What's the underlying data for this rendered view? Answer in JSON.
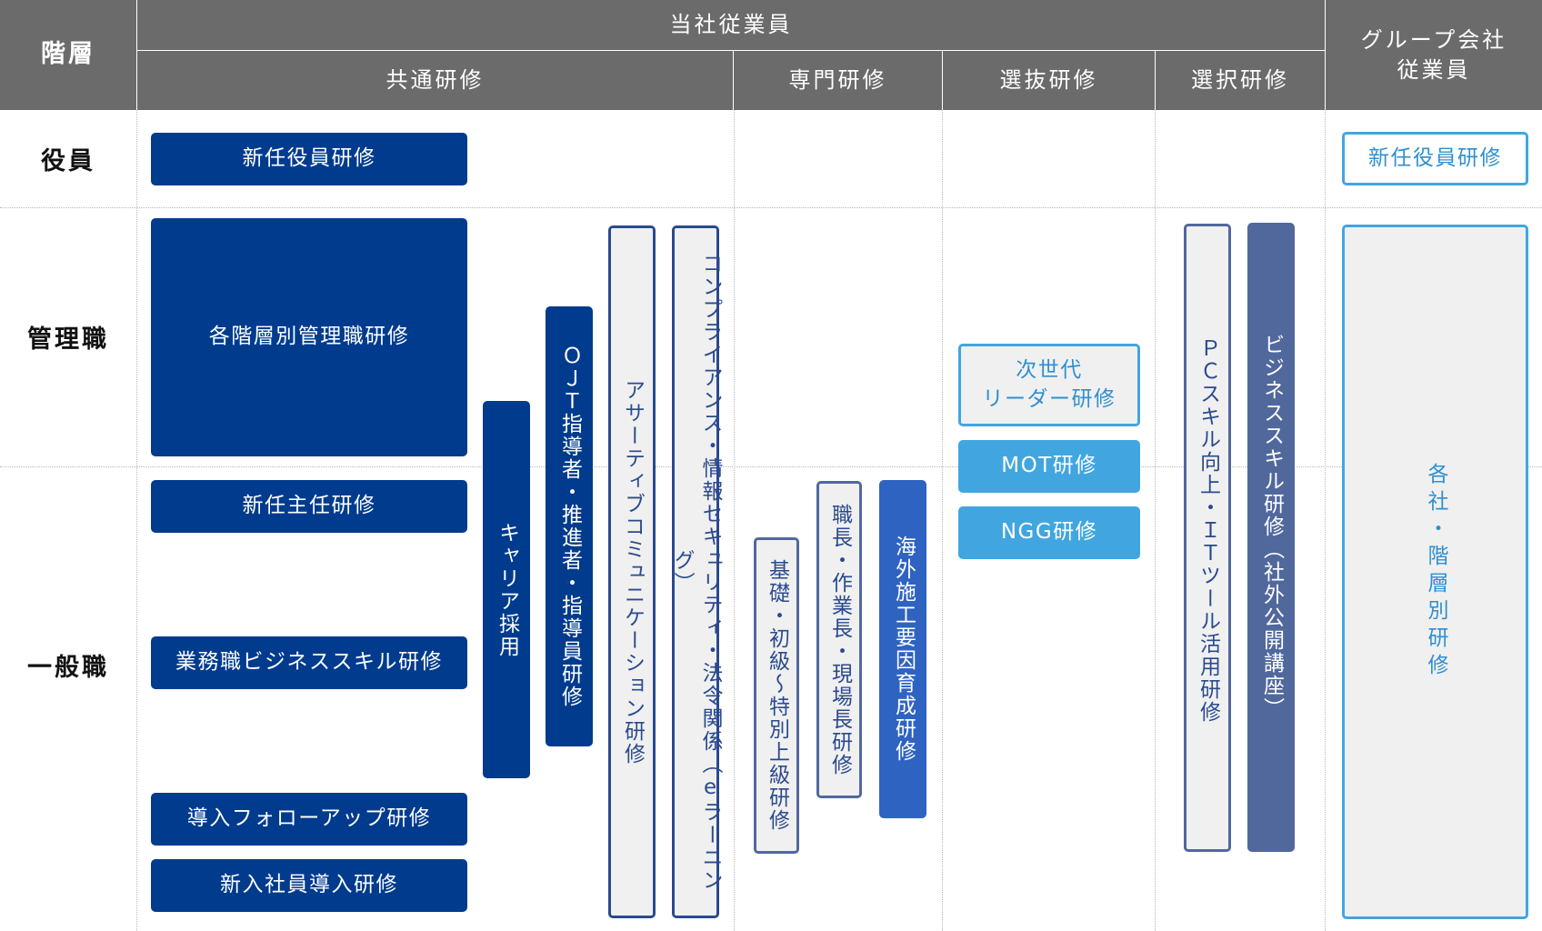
{
  "header": {
    "layer": "階層",
    "company_employees": "当社従業員",
    "group_employees_line1": "グループ会社",
    "group_employees_line2": "従業員",
    "common_training": "共通研修",
    "specialized_training": "専門研修",
    "selective_training": "選抜研修",
    "elective_training": "選択研修"
  },
  "rows": {
    "executive": "役員",
    "manager": "管理職",
    "general": "一般職"
  },
  "programs": {
    "new_executive": "新任役員研修",
    "layered_manager": "各階層別管理職研修",
    "new_chief": "新任主任研修",
    "business_skill_clerical": "業務職ビジネススキル研修",
    "induction_followup": "導入フォローアップ研修",
    "new_employee_induction": "新入社員導入研修",
    "career_hire": "キャリア採用",
    "ojt": "ＯＪＴ指導者・推進者・指導員研修",
    "assertive": "アサーティブコミュニケーション研修",
    "compliance": "コンプライアンス・情報セキュリティ・法令関係（eラーニング）",
    "basic_grade": "基礎・初級～特別上級研修",
    "foreman": "職長・作業長・現場長研修",
    "overseas": "海外施工要因育成研修",
    "next_leader_line1": "次世代",
    "next_leader_line2": "リーダー研修",
    "mot": "MOT研修",
    "ngg": "NGG研修",
    "pc_skill": "ＰＣスキル向上・ＩＴツール活用研修",
    "business_skill_public": "ビジネススキル研修（社外公開講座）",
    "group_new_executive": "新任役員研修",
    "group_layered": "各社・階層別研修"
  },
  "colors": {
    "header_bg": "#6b6b6b",
    "navy": "#003b8e",
    "royal": "#2f63c2",
    "slate": "#51689d",
    "sky": "#41a6e0"
  }
}
